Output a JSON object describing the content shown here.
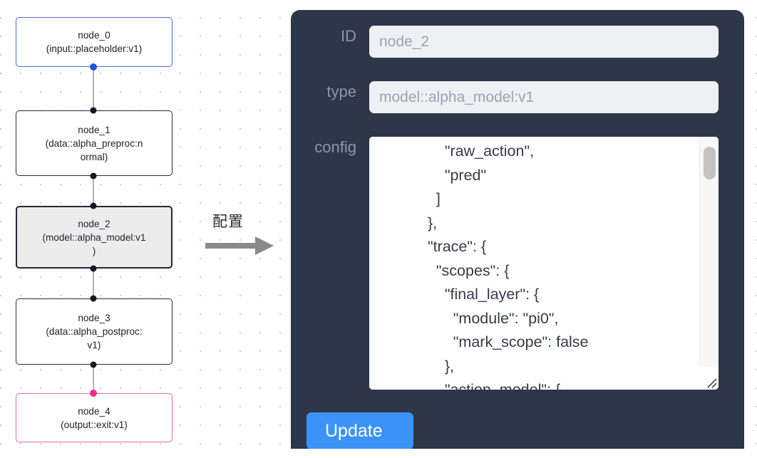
{
  "graph": {
    "nodes": [
      {
        "id": "node_0",
        "type": "(input::placeholder:v1)",
        "label": "node_0\n(input::placeholder:v1)",
        "state": "input"
      },
      {
        "id": "node_1",
        "type": "(data::alpha_preproc:normal)",
        "label": "node_1\n(data::alpha_preproc:n\normal)",
        "state": "default"
      },
      {
        "id": "node_2",
        "type": "(model::alpha_model:v1)",
        "label": "node_2\n(model::alpha_model:v1\n)",
        "state": "selected"
      },
      {
        "id": "node_3",
        "type": "(data::alpha_postproc:v1)",
        "label": "node_3\n(data::alpha_postproc:\nv1)",
        "state": "default"
      },
      {
        "id": "node_4",
        "type": "(output::exit:v1)",
        "label": "node_4\n(output::exit:v1)",
        "state": "output"
      }
    ],
    "colors": {
      "input_border": "#4a6fd0",
      "input_handle": "#1a56db",
      "selected_border": "#262633",
      "selected_fill": "#ececec",
      "output_border": "#e56aa5",
      "output_handle": "#ec2d8f",
      "edge": "#b4b4bb",
      "handle": "#111827"
    }
  },
  "annotation": {
    "label": "配置",
    "arrow_icon": "arrow-right-icon",
    "arrow_color": "#8a8a8a"
  },
  "panel": {
    "background": "#2d3748",
    "fields": [
      {
        "key": "id",
        "label": "ID",
        "value": "node_2"
      },
      {
        "key": "type",
        "label": "type",
        "value": "model::alpha_model:v1"
      },
      {
        "key": "config",
        "label": "config",
        "value": ""
      }
    ],
    "id_label": "ID",
    "id_value": "node_2",
    "type_label": "type",
    "type_value": "model::alpha_model:v1",
    "config_label": "config",
    "config_value": "      \"raw_action\",\n      \"pred\"\n    ]\n  },\n  \"trace\": {\n    \"scopes\": {\n      \"final_layer\": {\n        \"module\": \"pi0\",\n        \"mark_scope\": false\n      },\n      \"action_model\": {",
    "update_button": {
      "label": "Update",
      "color": "#3b93f7"
    },
    "scrollbar": {
      "thumb_color": "#c2c2c2",
      "track_color": "#f7f7f7"
    }
  }
}
